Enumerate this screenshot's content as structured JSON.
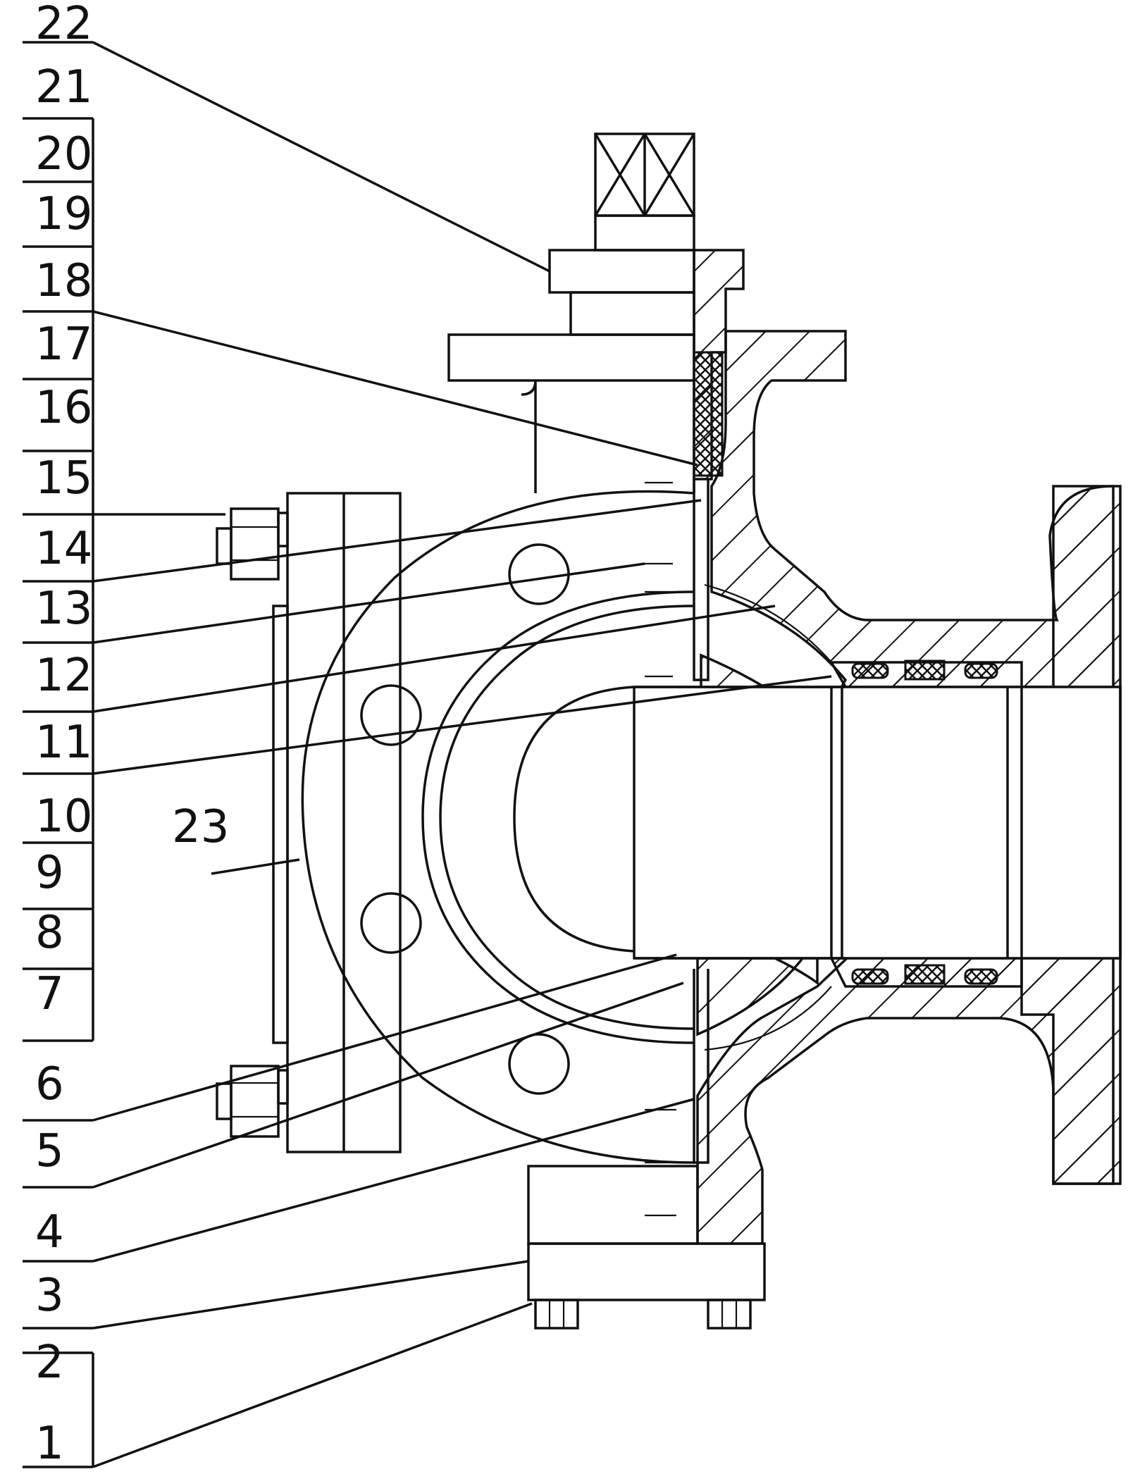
{
  "part_labels": [
    "22",
    "21",
    "20",
    "19",
    "18",
    "17",
    "16",
    "15",
    "14",
    "13",
    "12",
    "11",
    "10",
    "9",
    "8",
    "7",
    "6",
    "5",
    "4",
    "3",
    "2",
    "1"
  ],
  "area_label": "23"
}
